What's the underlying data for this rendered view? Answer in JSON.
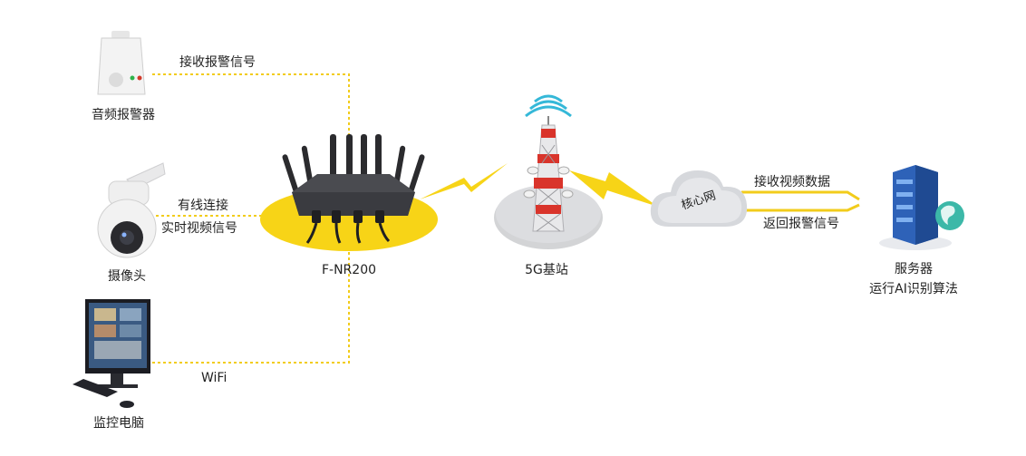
{
  "devices": {
    "alarm": "音频报警器",
    "camera": "摄像头",
    "monitor": "监控电脑",
    "router": "F-NR200",
    "base_station": "5G基站",
    "core_network": "核心网",
    "server_line1": "服务器",
    "server_line2": "运行AI识别算法"
  },
  "links": {
    "alarm_signal": "接收报警信号",
    "camera_line1": "有线连接",
    "camera_line2": "实时视频信号",
    "wifi": "WiFi",
    "server_receive": "接收视频数据",
    "server_return": "返回报警信号"
  },
  "colors": {
    "accent_yellow": "#F7D417",
    "dashed_line": "#F2CC1B",
    "cloud_gray": "#D6D8DC",
    "server_blue": "#2E62B8",
    "tower_red": "#D9342B"
  }
}
